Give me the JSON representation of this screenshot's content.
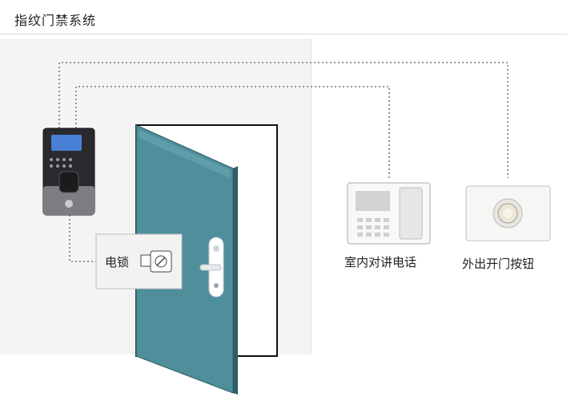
{
  "title": "指纹门禁系统",
  "components": {
    "reader": {
      "icon": "fingerprint-reader-icon"
    },
    "lock": {
      "label": "电锁",
      "icon": "electric-lock-icon"
    },
    "intercom": {
      "label": "室内对讲电话",
      "icon": "intercom-phone-icon"
    },
    "exit_button": {
      "label": "外出开门按钮",
      "icon": "exit-button-icon"
    },
    "door": {
      "icon": "door-icon"
    }
  },
  "colors": {
    "door_face": "#4f8f9b",
    "door_edge": "#2d5d67",
    "reader_screen": "#4a7fd6",
    "wiring": "#777777"
  }
}
